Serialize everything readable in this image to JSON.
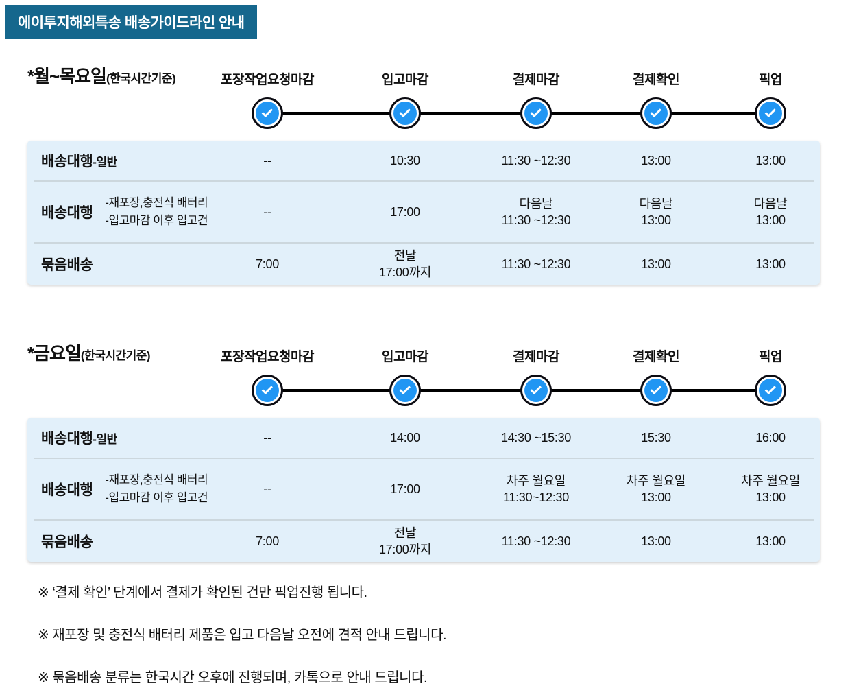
{
  "header": {
    "badge": "에이투지해외특송 배송가이드라인 안내"
  },
  "columns": [
    "포장작업요청마감",
    "입고마감",
    "결제마감",
    "결제확인",
    "픽업"
  ],
  "colors": {
    "badge_bg": "#15678D",
    "circle_blue": "#2196F3",
    "table_bg": "#E2F0FA",
    "line_color": "#000000",
    "sep_color": "#CCD7DD",
    "text_color": "#111111"
  },
  "icons": {
    "step": "check-circle"
  },
  "sections": [
    {
      "title": "*월~목요일",
      "title_sub": "(한국시간기준)",
      "rows": [
        {
          "label": "배송대행",
          "suffix": "-일반",
          "note1": "",
          "note2": "",
          "cells": [
            [
              "--"
            ],
            [
              "10:30"
            ],
            [
              "11:30 ~12:30"
            ],
            [
              "13:00"
            ],
            [
              "13:00"
            ]
          ]
        },
        {
          "label": "배송대행",
          "suffix": "",
          "note1": "-재포장,충전식 배터리",
          "note2": "-입고마감 이후 입고건",
          "cells": [
            [
              "--"
            ],
            [
              "17:00"
            ],
            [
              "다음날",
              "11:30 ~12:30"
            ],
            [
              "다음날",
              "13:00"
            ],
            [
              "다음날",
              "13:00"
            ]
          ]
        },
        {
          "label": "묶음배송",
          "suffix": "",
          "note1": "",
          "note2": "",
          "cells": [
            [
              "7:00"
            ],
            [
              "전날",
              "17:00까지"
            ],
            [
              "11:30 ~12:30"
            ],
            [
              "13:00"
            ],
            [
              "13:00"
            ]
          ]
        }
      ]
    },
    {
      "title": "*금요일",
      "title_sub": "(한국시간기준)",
      "rows": [
        {
          "label": "배송대행",
          "suffix": "-일반",
          "note1": "",
          "note2": "",
          "cells": [
            [
              "--"
            ],
            [
              "14:00"
            ],
            [
              "14:30 ~15:30"
            ],
            [
              "15:30"
            ],
            [
              "16:00"
            ]
          ]
        },
        {
          "label": "배송대행",
          "suffix": "",
          "note1": "-재포장,충전식 배터리",
          "note2": "-입고마감 이후 입고건",
          "cells": [
            [
              "--"
            ],
            [
              "17:00"
            ],
            [
              "차주 월요일",
              "11:30~12:30"
            ],
            [
              "차주 월요일",
              "13:00"
            ],
            [
              "차주 월요일",
              "13:00"
            ]
          ]
        },
        {
          "label": "묶음배송",
          "suffix": "",
          "note1": "",
          "note2": "",
          "cells": [
            [
              "7:00"
            ],
            [
              "전날",
              "17:00까지"
            ],
            [
              "11:30 ~12:30"
            ],
            [
              "13:00"
            ],
            [
              "13:00"
            ]
          ]
        }
      ]
    }
  ],
  "notes": [
    "※ ‘결제 확인’ 단계에서 결제가 확인된 건만 픽업진행 됩니다.",
    "※ 재포장 및 충전식 배터리 제품은 입고 다음날 오전에 견적 안내 드립니다.",
    "※ 묶음배송 분류는 한국시간 오후에 진행되며, 카톡으로 안내 드립니다."
  ]
}
